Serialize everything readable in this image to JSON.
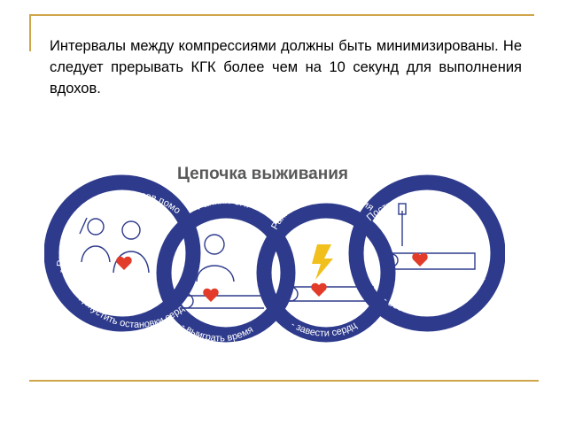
{
  "paragraph": "Интервалы между компрессиями должны быть минимизированы. Не следует прерывать КГК более чем на 10 секунд для выполнения вдохов.",
  "diagram": {
    "title": "Цепочка выживания",
    "links": [
      {
        "top_label": "- Ранняя распознание и вызов помощи",
        "bottom_label": "- не допустить остановки сердца"
      },
      {
        "top_label": "Ранняя СЛР",
        "bottom_label": "- выиграть время"
      },
      {
        "top_label": "Ранняя дефибрилляция",
        "bottom_label": "- завести сердце"
      },
      {
        "top_label": "Постреанимационный уход",
        "bottom_label": "- восстановить качество жизни"
      }
    ],
    "colors": {
      "ring": "#2e3b8c",
      "heart": "#e23b2a",
      "bolt": "#f2c01c",
      "accent_rule": "#cfa54a"
    }
  }
}
